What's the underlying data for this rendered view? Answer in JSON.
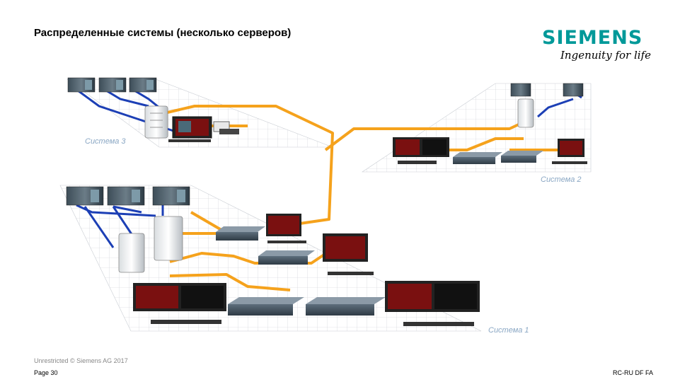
{
  "title": "Распределенные системы (несколько серверов)",
  "logo": {
    "brand": "SIEMENS",
    "slogan": "Ingenuity for life"
  },
  "systems": [
    {
      "label": "Система 3"
    },
    {
      "label": "Система 2"
    },
    {
      "label": "Система 1"
    }
  ],
  "footer": {
    "copyright": "Unrestricted © Siemens AG 2017",
    "page": "Page 30",
    "code": "RC-RU DF FA"
  },
  "colors": {
    "brand": "#009999",
    "bus_orange": "#f5a21c",
    "bus_blue": "#1c3fb5",
    "label": "#8aa7c4"
  }
}
